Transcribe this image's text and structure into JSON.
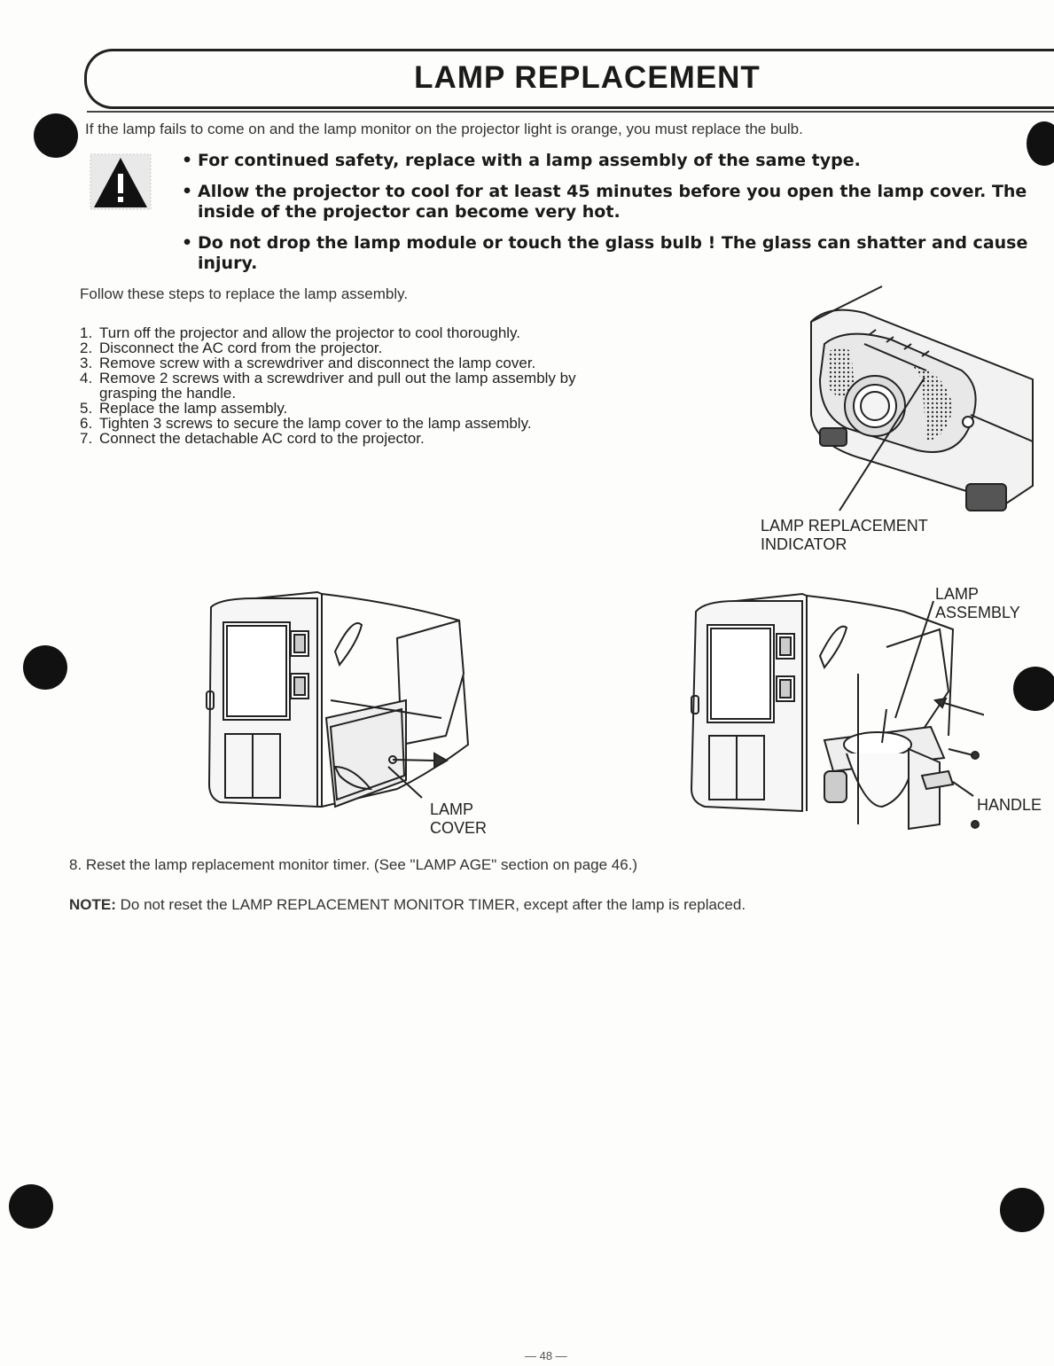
{
  "title": "LAMP REPLACEMENT",
  "intro": "If the lamp fails to come on and the lamp monitor on the projector light is orange, you must replace the bulb.",
  "warnings": [
    "For continued safety, replace with a lamp assembly of the same type.",
    "Allow the projector to cool for at least 45 minutes before you open the lamp cover. The inside of the projector can become very hot.",
    "Do not drop the lamp module or touch the glass bulb ! The glass can shatter and cause injury."
  ],
  "follow_text": "Follow these steps to replace the lamp assembly.",
  "steps": [
    {
      "num": "1.",
      "text": "Turn off the projector and allow the projector to cool thoroughly."
    },
    {
      "num": "2.",
      "text": "Disconnect the AC cord from the projector."
    },
    {
      "num": "3.",
      "text": "Remove  screw with a screwdriver and disconnect the lamp cover."
    },
    {
      "num": "4.",
      "text": "Remove  2  screws  with  a  screwdriver  and  pull  out  the  lamp  assembly  by",
      "cont": "grasping the handle."
    },
    {
      "num": "5.",
      "text": "Replace the lamp assembly."
    },
    {
      "num": "6.",
      "text": "Tighten 3 screws to secure the lamp cover to the lamp assembly."
    },
    {
      "num": "7.",
      "text": "Connect the detachable AC cord to the projector."
    }
  ],
  "labels": {
    "indicator_line1": "LAMP REPLACEMENT",
    "indicator_line2": "INDICATOR",
    "cover_line1": "LAMP",
    "cover_line2": "COVER",
    "assembly_line1": "LAMP",
    "assembly_line2": "ASSEMBLY",
    "handle": "HANDLE"
  },
  "step8": "8. Reset the lamp replacement monitor timer. (See \"LAMP AGE\" section on page 46.)",
  "note_label": "NOTE:",
  "note_text": " Do not reset the LAMP REPLACEMENT MONITOR TIMER, except  after the lamp is replaced.",
  "page_number": "— 48 —",
  "icons": {
    "warning": "warning-triangle-icon",
    "binder_hole": "binder-hole-icon"
  }
}
